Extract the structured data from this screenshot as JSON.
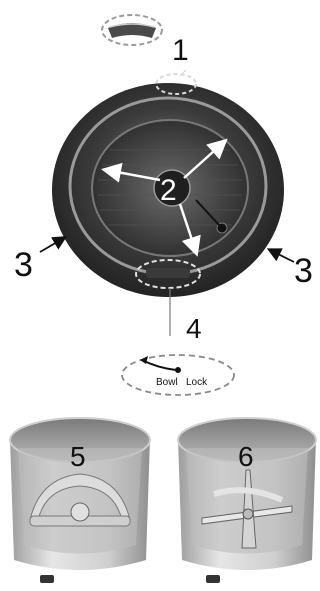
{
  "labels": {
    "callout_1": "1",
    "callout_2": "2",
    "callout_3_left": "3",
    "callout_3_right": "3",
    "callout_4": "4",
    "callout_5": "5",
    "callout_6": "6"
  },
  "bowl_lock": {
    "word1": "Bowl",
    "word2": "Lock"
  },
  "colors": {
    "bowl_dark": "#2a2a2a",
    "bowl_mid": "#5b5b5b",
    "steel_light": "#d9d9d9",
    "steel_mid": "#a8a8a8",
    "dashed": "#9a9a9a"
  }
}
